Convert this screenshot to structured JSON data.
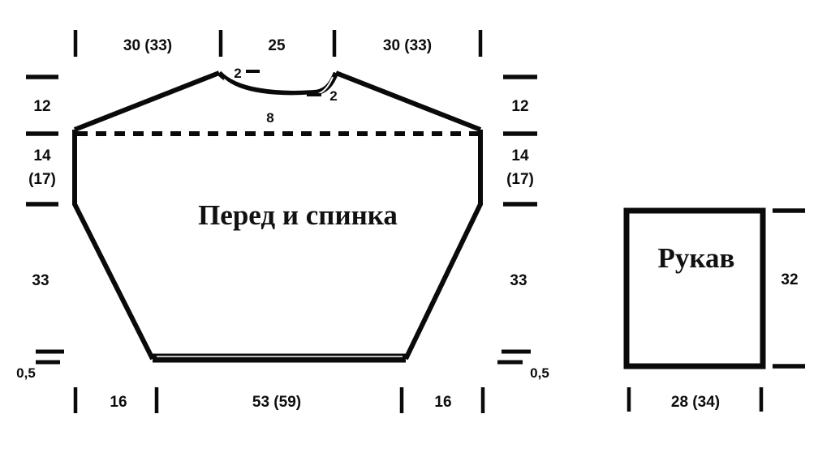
{
  "figure": {
    "background_color": "#ffffff",
    "ink_color": "#0a0a0a",
    "title": ""
  },
  "pieces": {
    "body": {
      "label": "Перед и спинка"
    },
    "sleeve": {
      "label": "Рукав"
    }
  },
  "body_measurements": {
    "top_row": [
      {
        "id": "shoulder-left",
        "value": "30 (33)"
      },
      {
        "id": "neck-width",
        "value": "25"
      },
      {
        "id": "shoulder-right",
        "value": "30 (33)"
      }
    ],
    "left_column": [
      {
        "id": "yoke-depth",
        "value": "12"
      },
      {
        "id": "armhole-depth",
        "value": "14"
      },
      {
        "id": "armhole-depth-alt",
        "value": "(17)"
      },
      {
        "id": "body-length",
        "value": "33"
      },
      {
        "id": "hem-height",
        "value": "0,5"
      }
    ],
    "right_column": [
      {
        "id": "yoke-depth",
        "value": "12"
      },
      {
        "id": "armhole-depth",
        "value": "14"
      },
      {
        "id": "armhole-depth-alt",
        "value": "(17)"
      },
      {
        "id": "body-length",
        "value": "33"
      },
      {
        "id": "hem-height",
        "value": "0,5"
      }
    ],
    "bottom_row": [
      {
        "id": "side-taper-left",
        "value": "16"
      },
      {
        "id": "hem-width",
        "value": "53 (59)"
      },
      {
        "id": "side-taper-right",
        "value": "16"
      }
    ],
    "neckline": [
      {
        "id": "neck-shoulder-slope-left",
        "value": "2"
      },
      {
        "id": "neck-shoulder-slope-right",
        "value": "2"
      },
      {
        "id": "neck-depth",
        "value": "8"
      }
    ]
  },
  "sleeve_measurements": {
    "height": "32",
    "width": "28 (34)"
  }
}
